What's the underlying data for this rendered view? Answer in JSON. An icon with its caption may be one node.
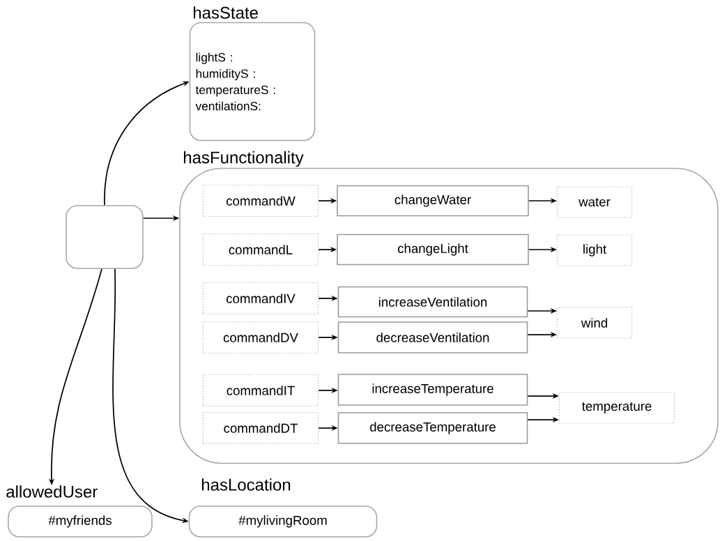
{
  "diagram": {
    "nodes": [
      {
        "text": [],
        "shape": "box"
      },
      {
        "text": [
          "hasState",
          "lightS :",
          "humidityS :",
          "temperatureS :",
          "ventilationS:"
        ]
      },
      {
        "text": [
          "hasFunctionality"
        ]
      },
      {
        "text": [
          "commandW"
        ],
        "in": 2
      },
      {
        "text": [
          "changeWater"
        ],
        "in": 2
      },
      {
        "text": [
          "water"
        ],
        "in": 2
      },
      {
        "text": [
          "commandL"
        ],
        "in": 2
      },
      {
        "text": [
          "changeLight"
        ],
        "in": 2
      },
      {
        "text": [
          "light"
        ],
        "in": 2
      },
      {
        "text": [
          "commandIV"
        ],
        "in": 2
      },
      {
        "text": [
          "increaseVentilation"
        ],
        "in": 2
      },
      {
        "text": [
          "commandDV"
        ],
        "in": 2
      },
      {
        "text": [
          "decreaseVentilation"
        ],
        "in": 2
      },
      {
        "text": [
          "wind"
        ],
        "in": 2
      },
      {
        "text": [
          "commandIT"
        ],
        "in": 2
      },
      {
        "text": [
          "increaseTemperature"
        ],
        "in": 2
      },
      {
        "text": [
          "commandDT"
        ],
        "in": 2
      },
      {
        "text": [
          "decreaseTemperature"
        ],
        "in": 2
      },
      {
        "text": [
          "temperature"
        ],
        "in": 2
      },
      {
        "text": [
          "allowedUser",
          "#myfriends"
        ]
      },
      {
        "text": [
          "hasLocation",
          "#mylivingRoom"
        ]
      }
    ],
    "edges": [
      {
        "from": 0,
        "to": 1,
        "arrow": "to"
      },
      {
        "from": 0,
        "to": 2,
        "arrow": "to"
      },
      {
        "from": 0,
        "to": 19,
        "arrow": "to"
      },
      {
        "from": 0,
        "to": 20,
        "arrow": "to"
      },
      {
        "from": 3,
        "to": 4,
        "arrow": "to"
      },
      {
        "from": 4,
        "to": 5,
        "arrow": "to"
      },
      {
        "from": 6,
        "to": 7,
        "arrow": "to"
      },
      {
        "from": 7,
        "to": 8,
        "arrow": "to"
      },
      {
        "from": 9,
        "to": 10,
        "arrow": "to"
      },
      {
        "from": 10,
        "to": 13,
        "arrow": "to"
      },
      {
        "from": 11,
        "to": 12,
        "arrow": "to"
      },
      {
        "from": 12,
        "to": 13,
        "arrow": "to"
      },
      {
        "from": 14,
        "to": 15,
        "arrow": "to"
      },
      {
        "from": 15,
        "to": 18,
        "arrow": "to"
      },
      {
        "from": 16,
        "to": 17,
        "arrow": "to"
      },
      {
        "from": 17,
        "to": 18,
        "arrow": "to"
      }
    ]
  }
}
